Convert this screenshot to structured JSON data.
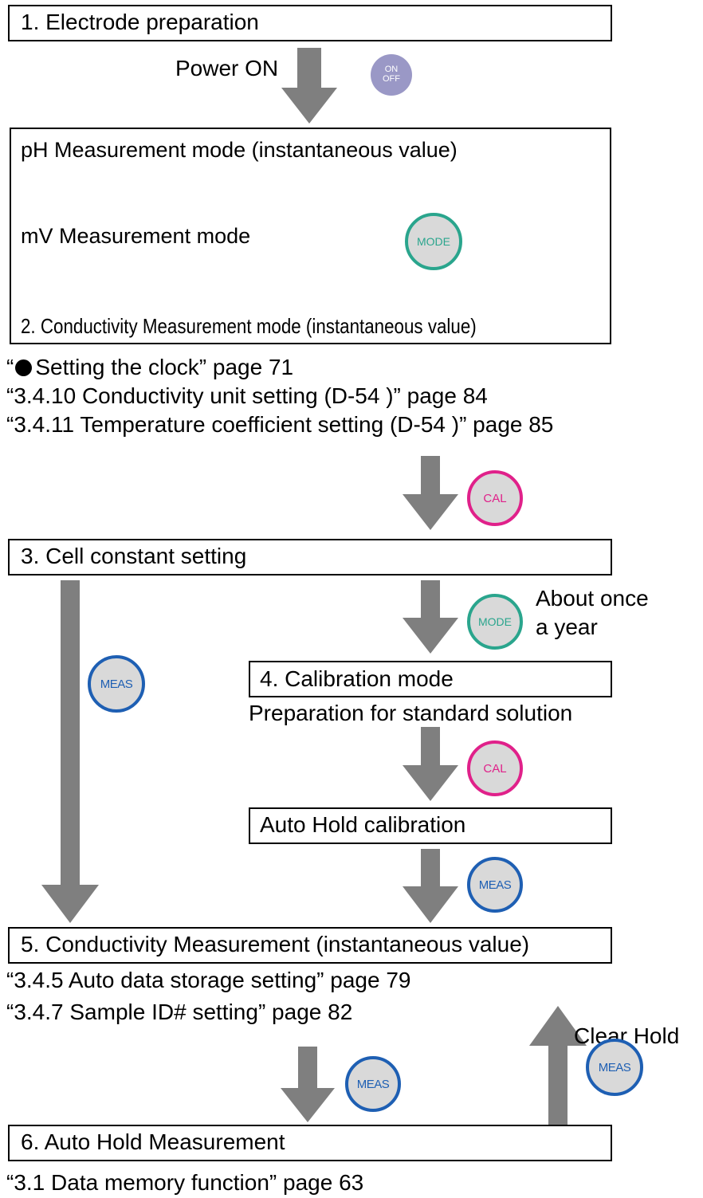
{
  "steps": {
    "s1": "1.  Electrode preparation",
    "power_on": "Power ON",
    "ph_mode": "pH Measurement mode (instantaneous value)",
    "mv_mode": "mV Measurement mode",
    "s2": "2.  Conductivity Measurement mode (instantaneous value)",
    "s3": "3.  Cell constant setting",
    "about": "About once",
    "ayear": "a year",
    "s4": "4.  Calibration mode",
    "prep": "Preparation for standard solution",
    "autohold_cal": "Auto Hold calibration",
    "s5": "5.  Conductivity Measurement (instantaneous value)",
    "clear_hold": "Clear Hold",
    "s6": "6.  Auto Hold Measurement"
  },
  "references": {
    "clock_pre": "“",
    "clock": "Setting the clock” page 71",
    "r3410": "“3.4.10  Conductivity unit setting (D-54 )” page 84",
    "r3411": "“3.4.11  Temperature coefficient setting (D-54 )” page 85",
    "r345": "“3.4.5  Auto data storage setting” page 79",
    "r347": "“3.4.7  Sample ID# setting” page 82",
    "r31": "“3.1  Data memory function” page 63"
  },
  "buttons": {
    "on": "ON",
    "off": "OFF",
    "mode": "MODE",
    "cal": "CAL",
    "meas": "MEAS"
  },
  "colors": {
    "onoff": "#9a98c6",
    "mode": "#2aa58d",
    "cal": "#e0218a",
    "meas": "#1e5fb3",
    "arrow": "#7f7f7f"
  }
}
